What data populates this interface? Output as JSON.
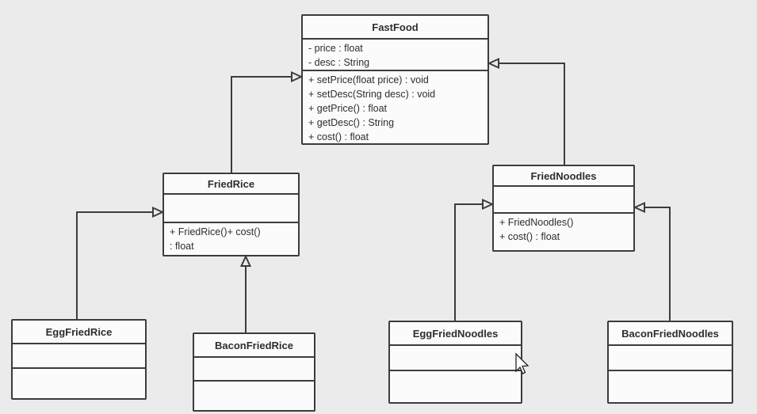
{
  "canvas": {
    "background_color": "#ebebeb",
    "box_fill_color": "#fbfbfb",
    "line_color": "#3c3c3c",
    "text_color": "#2e2e2e"
  },
  "classes": {
    "fastfood": {
      "name": "FastFood",
      "attributes": [
        "- price : float",
        "- desc : String"
      ],
      "methods": [
        "+ setPrice(float price) : void",
        "+ setDesc(String desc) : void",
        "+ getPrice() : float",
        "+ getDesc() : String",
        "+ cost() : float"
      ]
    },
    "friedrice": {
      "name": "FriedRice",
      "attributes": [],
      "methods": [
        "+ FriedRice()+ cost()",
        ": float"
      ]
    },
    "friednoodles": {
      "name": "FriedNoodles",
      "attributes": [],
      "methods": [
        "+ FriedNoodles()",
        "+ cost() : float"
      ]
    },
    "eggfriedrice": {
      "name": "EggFriedRice",
      "attributes": [],
      "methods": []
    },
    "baconfriedrice": {
      "name": "BaconFriedRice",
      "attributes": [],
      "methods": []
    },
    "eggfriednoodles": {
      "name": "EggFriedNoodles",
      "attributes": [],
      "methods": []
    },
    "baconfriednoodles": {
      "name": "BaconFriedNoodles",
      "attributes": [],
      "methods": []
    }
  },
  "relationships": [
    {
      "from": "FriedRice",
      "to": "FastFood",
      "type": "inheritance"
    },
    {
      "from": "FriedNoodles",
      "to": "FastFood",
      "type": "inheritance"
    },
    {
      "from": "EggFriedRice",
      "to": "FriedRice",
      "type": "inheritance"
    },
    {
      "from": "BaconFriedRice",
      "to": "FriedRice",
      "type": "inheritance"
    },
    {
      "from": "EggFriedNoodles",
      "to": "FriedNoodles",
      "type": "inheritance"
    },
    {
      "from": "BaconFriedNoodles",
      "to": "FriedNoodles",
      "type": "inheritance"
    }
  ]
}
